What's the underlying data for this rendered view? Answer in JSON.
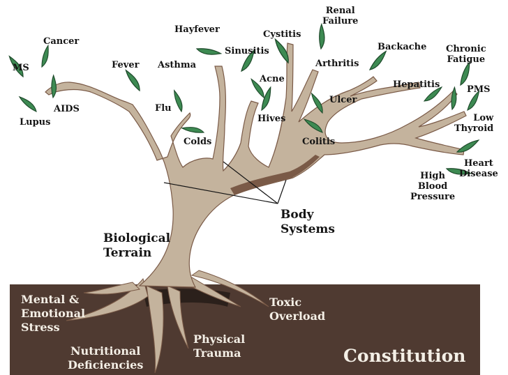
{
  "colors": {
    "soil": "#4f3a31",
    "bark": "#c4b39d",
    "bark_shadow": "#7a5a47",
    "leaf": "#3d8a52",
    "leaf_outline": "#1e4a2b",
    "root_dark": "#2b201b",
    "label_dark": "#141414",
    "label_light": "#f4efe6"
  },
  "diseases": {
    "ms": "MS",
    "cancer": "Cancer",
    "lupus": "Lupus",
    "aids": "AIDS",
    "fever": "Fever",
    "hayfever": "Hayfever",
    "asthma": "Asthma",
    "flu": "Flu",
    "colds": "Colds",
    "sinusitis": "Sinusitis",
    "cystitis": "Cystitis",
    "renal_failure": "Renal\nFailure",
    "acne": "Acne",
    "hives": "Hives",
    "arthritis": "Arthritis",
    "backache": "Backache",
    "chronic_fatigue": "Chronic\nFatigue",
    "hepatitis": "Hepatitis",
    "ulcer": "Ulcer",
    "colitis": "Colitis",
    "pms": "PMS",
    "low_thyroid": "Low\nThyroid",
    "heart_disease": "Heart\nDisease",
    "high_blood_pressure": "High\nBlood\nPressure"
  },
  "trunk_labels": {
    "body_systems": "Body\nSystems",
    "biological_terrain": "Biological\nTerrain"
  },
  "root_labels": {
    "mental_emotional_stress": "Mental &\nEmotional\nStress",
    "nutritional_deficiencies": "Nutritional\nDeficiencies",
    "physical_trauma": "Physical\nTrauma",
    "toxic_overload": "Toxic\nOverload"
  },
  "soil_label": "Constitution"
}
